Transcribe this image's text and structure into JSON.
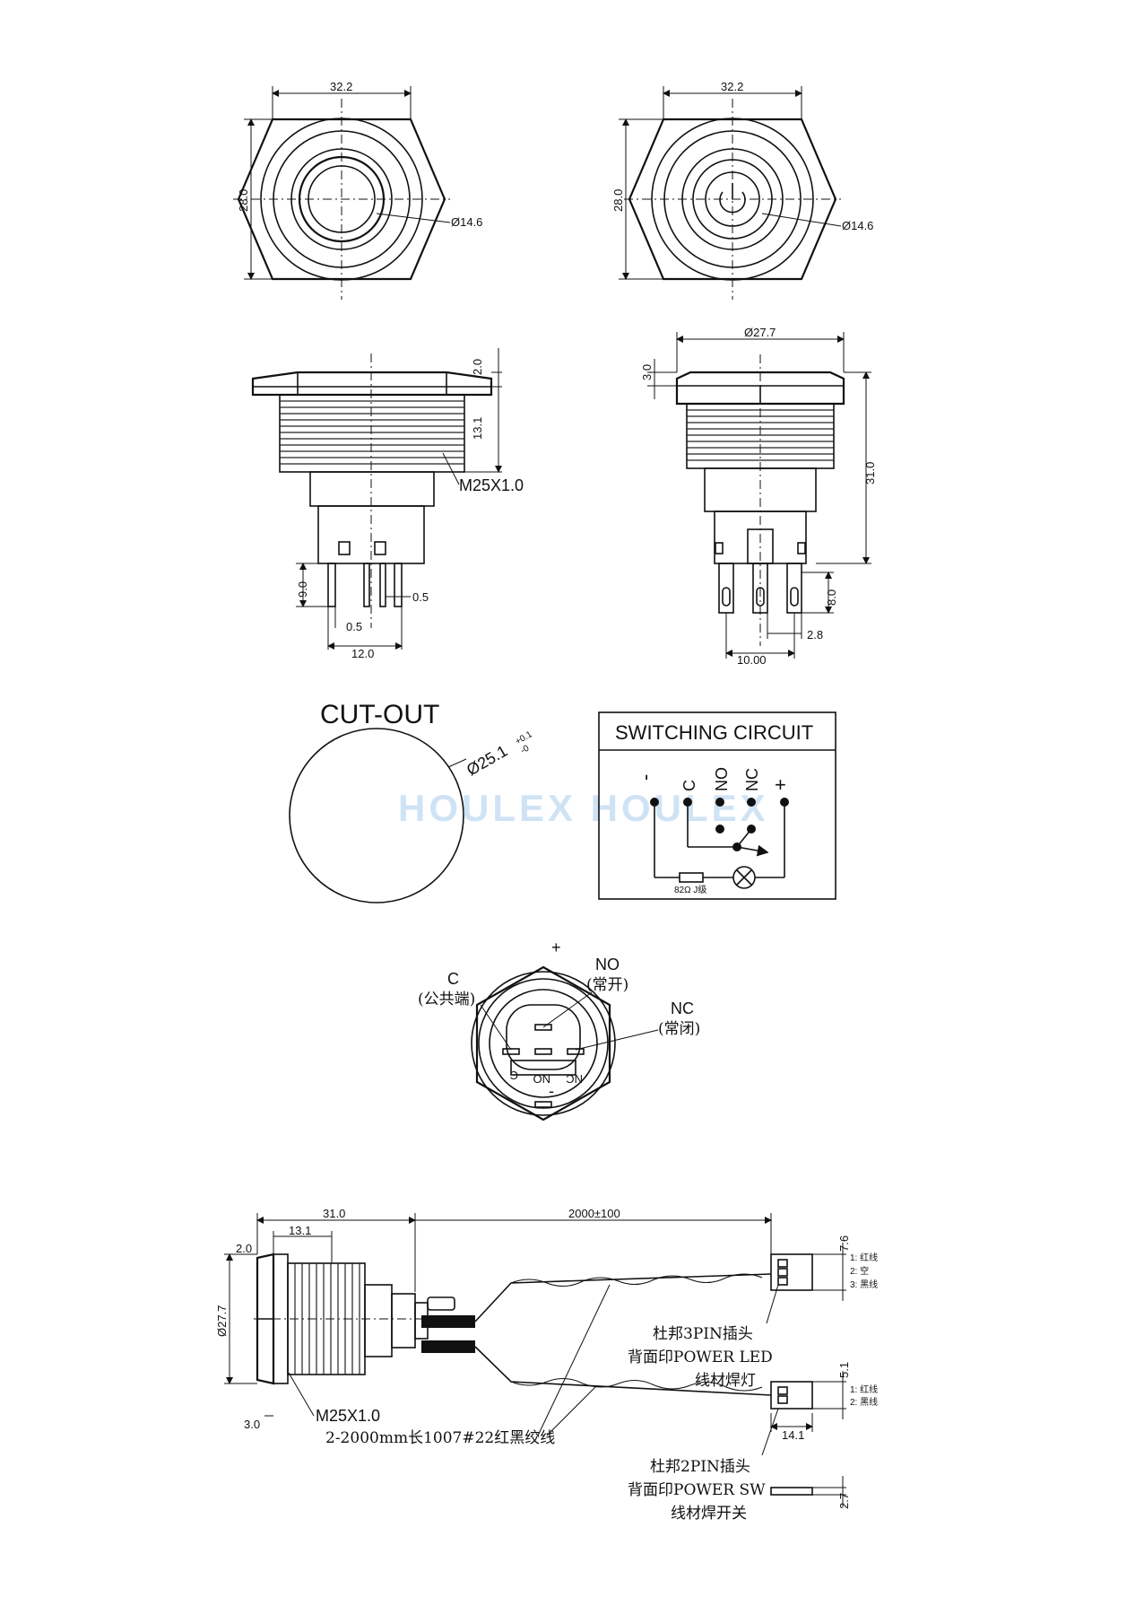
{
  "watermark": "HOULEX HOULEX",
  "top_views": {
    "left": {
      "width": "32.2",
      "height": "28.0",
      "diameter": "Ø14.6"
    },
    "right": {
      "width": "32.2",
      "height": "28.0",
      "diameter": "Ø14.6"
    }
  },
  "side_views": {
    "left": {
      "head": "2.0",
      "thread_len": "13.1",
      "thread": "M25X1.0",
      "pin_len": "9.0",
      "pin_thk": "0.5",
      "pin_w": "0.5",
      "spacing": "12.0"
    },
    "right": {
      "diameter": "Ø27.7",
      "head": "3.0",
      "total": "31.0",
      "terminal": "8.0",
      "pitch": "2.8",
      "spacing": "10.00"
    }
  },
  "cutout": {
    "title": "CUT-OUT",
    "diameter": "Ø25.1",
    "tol_plus": "+0.1",
    "tol_minus": "-0"
  },
  "circuit": {
    "title": "SWITCHING CIRCUIT",
    "terminals": [
      "-",
      "C",
      "NO",
      "NC",
      "+"
    ],
    "resistor": "82Ω J级"
  },
  "rear_view": {
    "plus": "+",
    "minus": "-",
    "c_label": "C",
    "c_cn": "(公共端)",
    "no_label": "NO",
    "no_cn": "(常开)",
    "nc_label": "NC",
    "nc_cn": "(常闭)",
    "pin_c": "C",
    "pin_no": "NO",
    "pin_nc": "NC"
  },
  "harness": {
    "body_len": "31.0",
    "thread_len": "13.1",
    "head": "2.0",
    "diameter": "Ø27.7",
    "head_bottom": "3.0",
    "thread": "M25X1.0",
    "cable_len": "2000±100",
    "wire_note": "2-2000mm长1007#22红黑绞线",
    "conn3": {
      "height": "7.6",
      "pins": [
        "1: 红线",
        "2: 空",
        "3: 黑线"
      ],
      "note1": "杜邦3PIN插头",
      "note2": "背面印POWER LED",
      "note3": "线材焊灯"
    },
    "conn2": {
      "height": "5.1",
      "pins": [
        "1: 红线",
        "2: 黑线"
      ],
      "width": "14.1",
      "note1": "杜邦2PIN插头",
      "note2": "背面印POWER SW",
      "note3": "线材焊开关",
      "thk": "2.7"
    }
  }
}
